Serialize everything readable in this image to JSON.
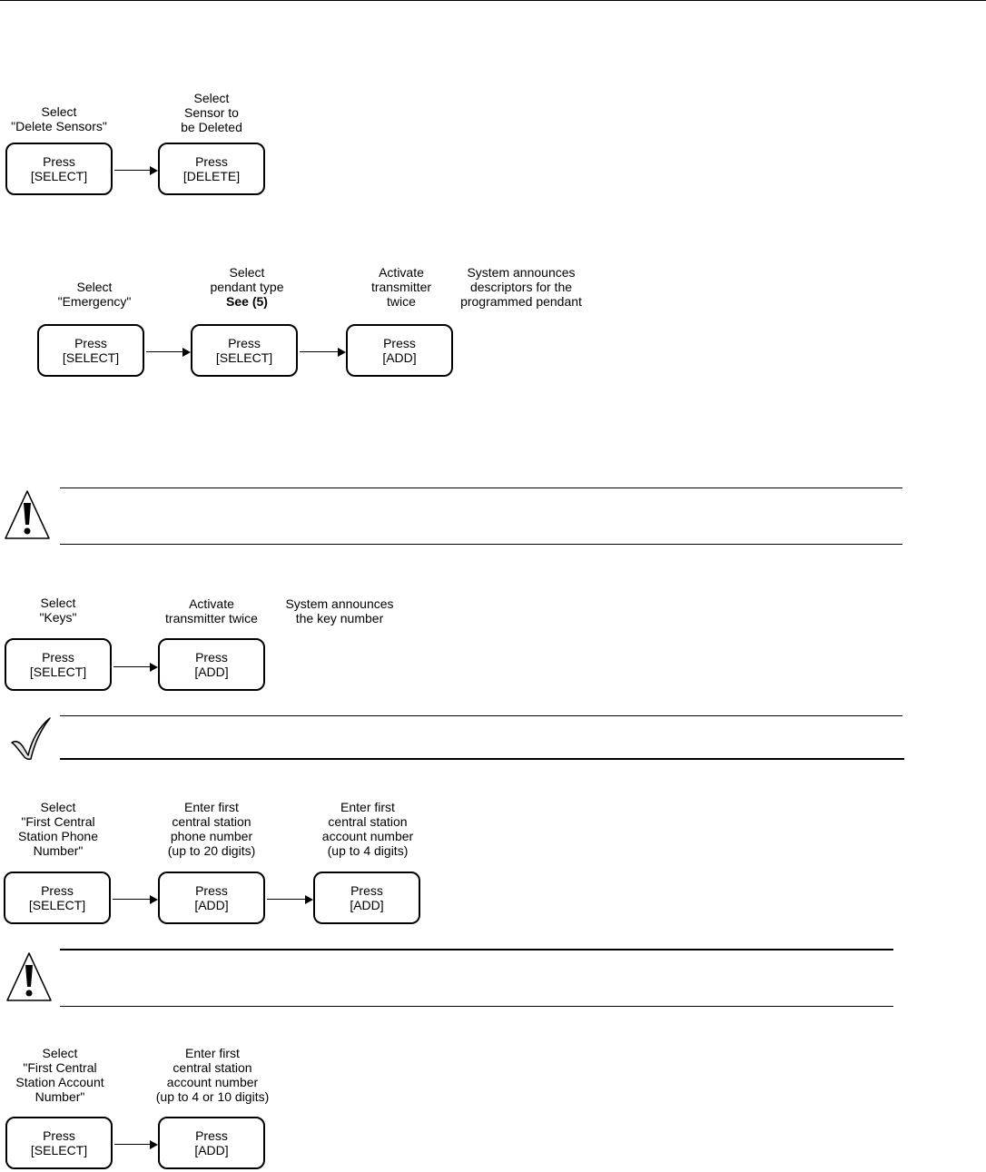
{
  "flow1": {
    "captions": [
      [
        "Select",
        "\"Delete Sensors\""
      ],
      [
        "Select",
        "Sensor to",
        "be Deleted"
      ]
    ],
    "boxes": [
      [
        "Press",
        "[SELECT]"
      ],
      [
        "Press",
        "[DELETE]"
      ]
    ]
  },
  "flow2": {
    "captions": [
      [
        "Select",
        "\"Emergency\""
      ],
      [
        "Select",
        "pendant type",
        "See (5)"
      ],
      [
        "Activate",
        "transmitter",
        "twice"
      ],
      [
        "System announces",
        "descriptors for the",
        "programmed pendant"
      ]
    ],
    "boxes": [
      [
        "Press",
        "[SELECT]"
      ],
      [
        "Press",
        "[SELECT]"
      ],
      [
        "Press",
        "[ADD]"
      ]
    ]
  },
  "flow3": {
    "captions": [
      [
        "Select",
        "\"Keys\""
      ],
      [
        "Activate",
        "transmitter twice"
      ],
      [
        "System announces",
        "the key number"
      ]
    ],
    "boxes": [
      [
        "Press",
        "[SELECT]"
      ],
      [
        "Press",
        "[ADD]"
      ]
    ]
  },
  "flow4": {
    "captions": [
      [
        "Select",
        "\"First Central",
        "Station Phone",
        "Number\""
      ],
      [
        "Enter first",
        "central station",
        "phone number",
        "(up to 20 digits)"
      ],
      [
        "Enter first",
        "central station",
        "account number",
        "(up to 4 digits)"
      ]
    ],
    "boxes": [
      [
        "Press",
        "[SELECT]"
      ],
      [
        "Press",
        "[ADD]"
      ],
      [
        "Press",
        "[ADD]"
      ]
    ]
  },
  "flow5": {
    "captions": [
      [
        "Select",
        "\"First Central",
        "Station Account",
        "Number\""
      ],
      [
        "Enter first",
        "central station",
        "account number",
        "(up to 4 or 10 digits)"
      ]
    ],
    "boxes": [
      [
        "Press",
        "[SELECT]"
      ],
      [
        "Press",
        "[ADD]"
      ]
    ]
  },
  "icons": [
    "warning-icon",
    "checkmark-icon",
    "warning-icon"
  ]
}
